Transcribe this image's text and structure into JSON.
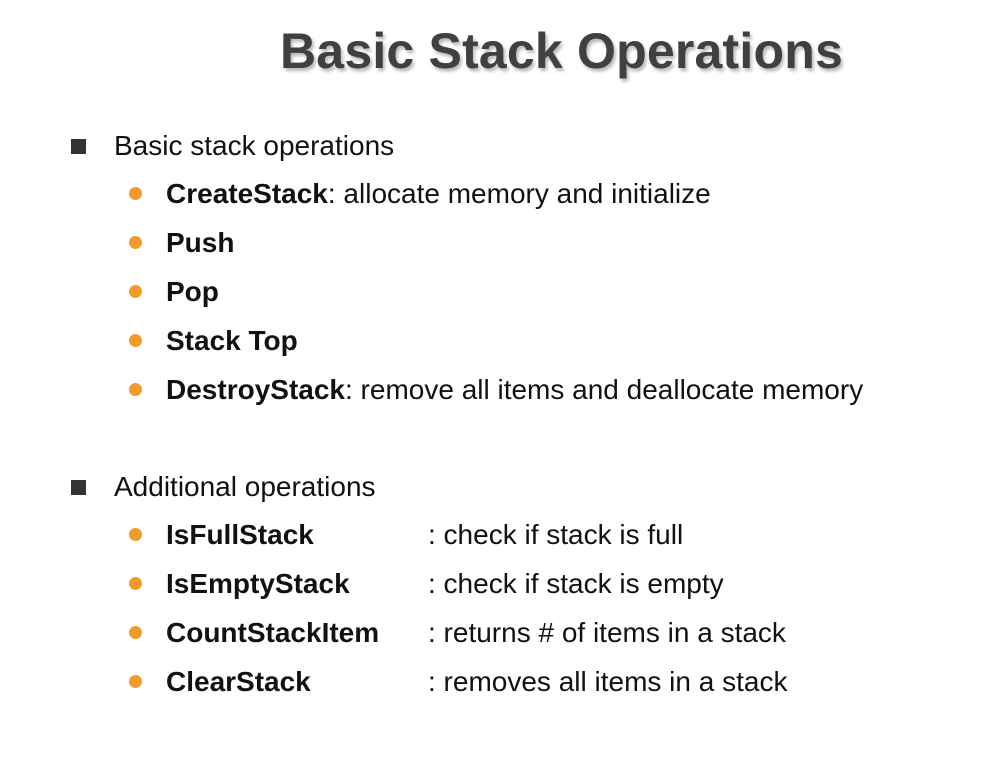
{
  "slide": {
    "title": "Basic Stack Operations",
    "sections": [
      {
        "heading": "Basic stack operations",
        "items": [
          {
            "term": "CreateStack",
            "desc": ": allocate memory and initialize"
          },
          {
            "term": "Push",
            "desc": ""
          },
          {
            "term": "Pop",
            "desc": ""
          },
          {
            "term": "Stack Top",
            "desc": ""
          },
          {
            "term": "DestroyStack",
            "desc": ": remove all items and deallocate memory"
          }
        ]
      },
      {
        "heading": "Additional operations",
        "items": [
          {
            "term": "IsFullStack",
            "desc": ": check if stack is full"
          },
          {
            "term": "IsEmptyStack",
            "desc": ": check if stack is empty"
          },
          {
            "term": "CountStackItem",
            "desc": ": returns # of items in a stack"
          },
          {
            "term": "ClearStack",
            "desc": ": removes all items in a stack"
          }
        ]
      }
    ]
  },
  "colors": {
    "title": "#404040",
    "text": "#111111",
    "square_bullet": "#333333",
    "dot_bullet": "#f39a2f",
    "background": "#ffffff"
  }
}
